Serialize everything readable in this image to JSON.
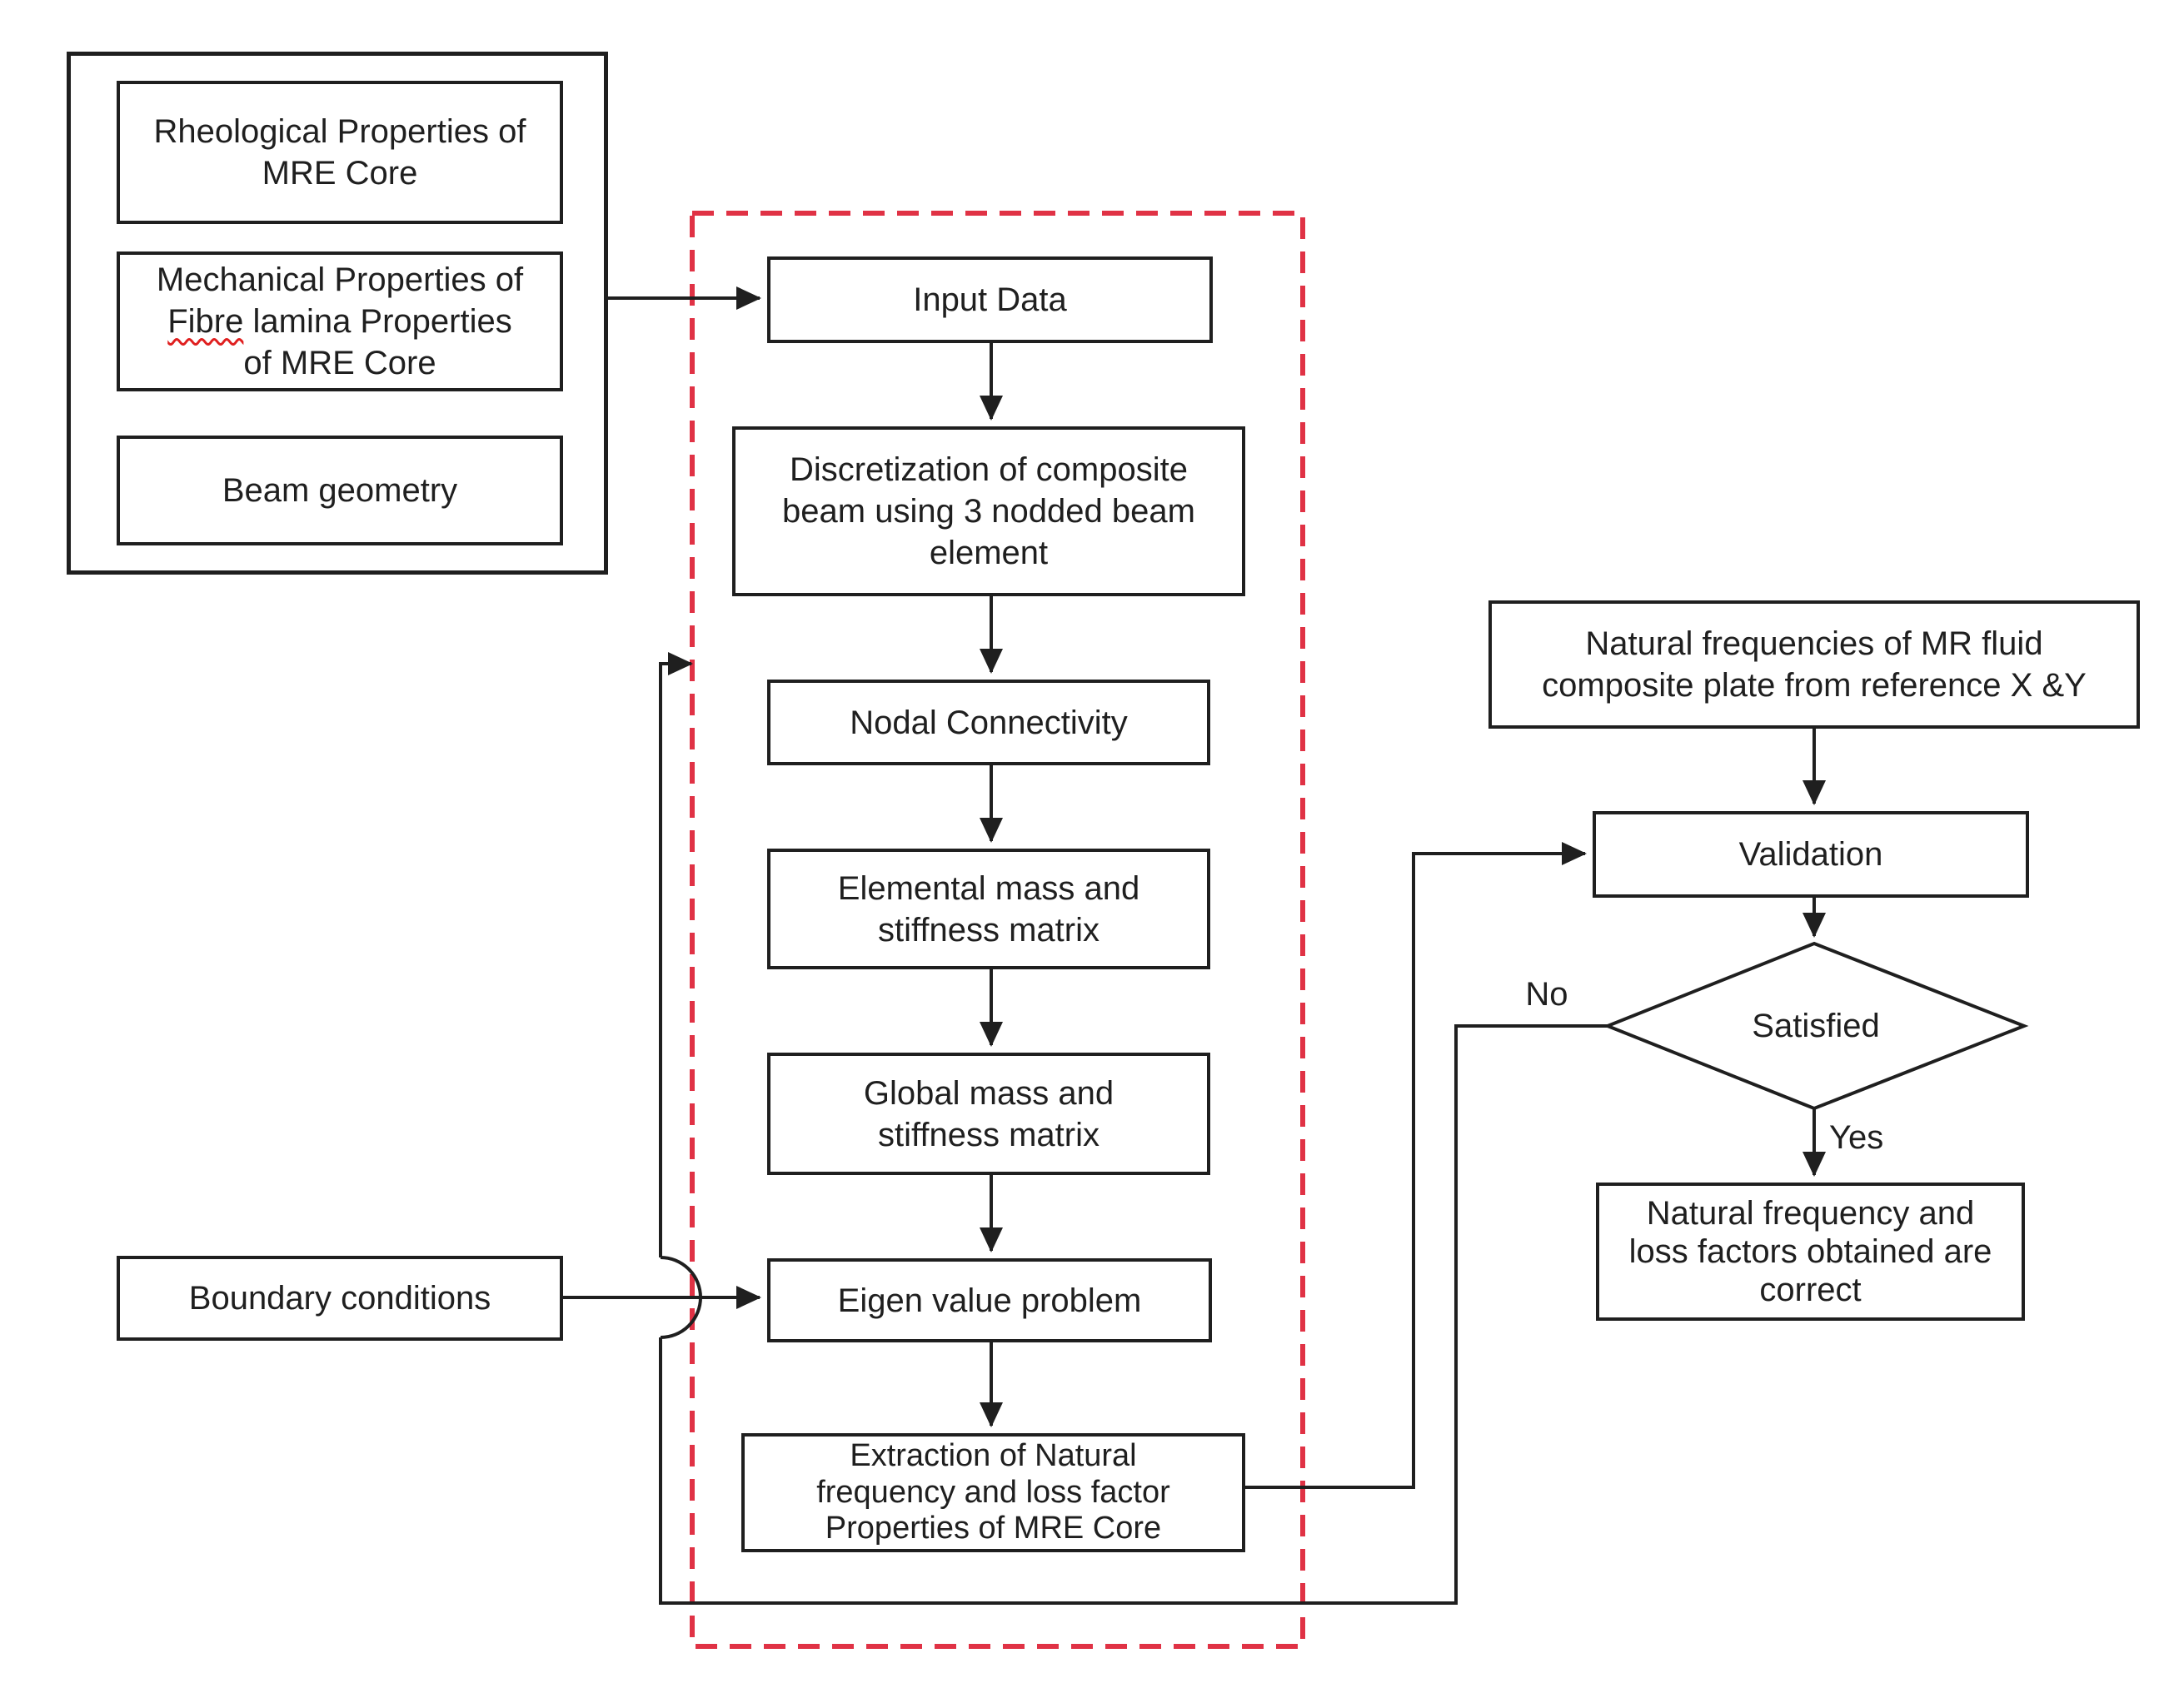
{
  "meta": {
    "figure_type": "flowchart",
    "background_color": "#ffffff",
    "line_color": "#1f1f1f",
    "dashed_region_color": "#e03245",
    "spellcheck_squiggle_color": "#e02020"
  },
  "left_group": {
    "rheological": "Rheological Properties of\nMRE Core",
    "mechanical_line1": "Mechanical Properties of",
    "mechanical_underlined_word": "Fibre",
    "mechanical_line2_rest": " lamina Properties",
    "mechanical_line3": "of MRE Core",
    "beam_geometry": "Beam geometry",
    "boundary_conditions": "Boundary conditions"
  },
  "process": {
    "input_data": "Input Data",
    "discretization": "Discretization of composite\nbeam using 3 nodded beam\nelement",
    "nodal_connectivity": "Nodal Connectivity",
    "elemental_matrix": "Elemental mass and\nstiffness matrix",
    "global_matrix": "Global mass and\nstiffness matrix",
    "eigen_value": "Eigen value problem",
    "extraction": "Extraction of Natural\nfrequency and loss factor\nProperties of MRE Core"
  },
  "validation_branch": {
    "reference": "Natural frequencies of MR fluid\ncomposite plate from reference X &Y",
    "validation": "Validation",
    "decision": "Satisfied",
    "no_label": "No",
    "yes_label": "Yes",
    "result": "Natural frequency and\nloss factors obtained are\ncorrect"
  }
}
